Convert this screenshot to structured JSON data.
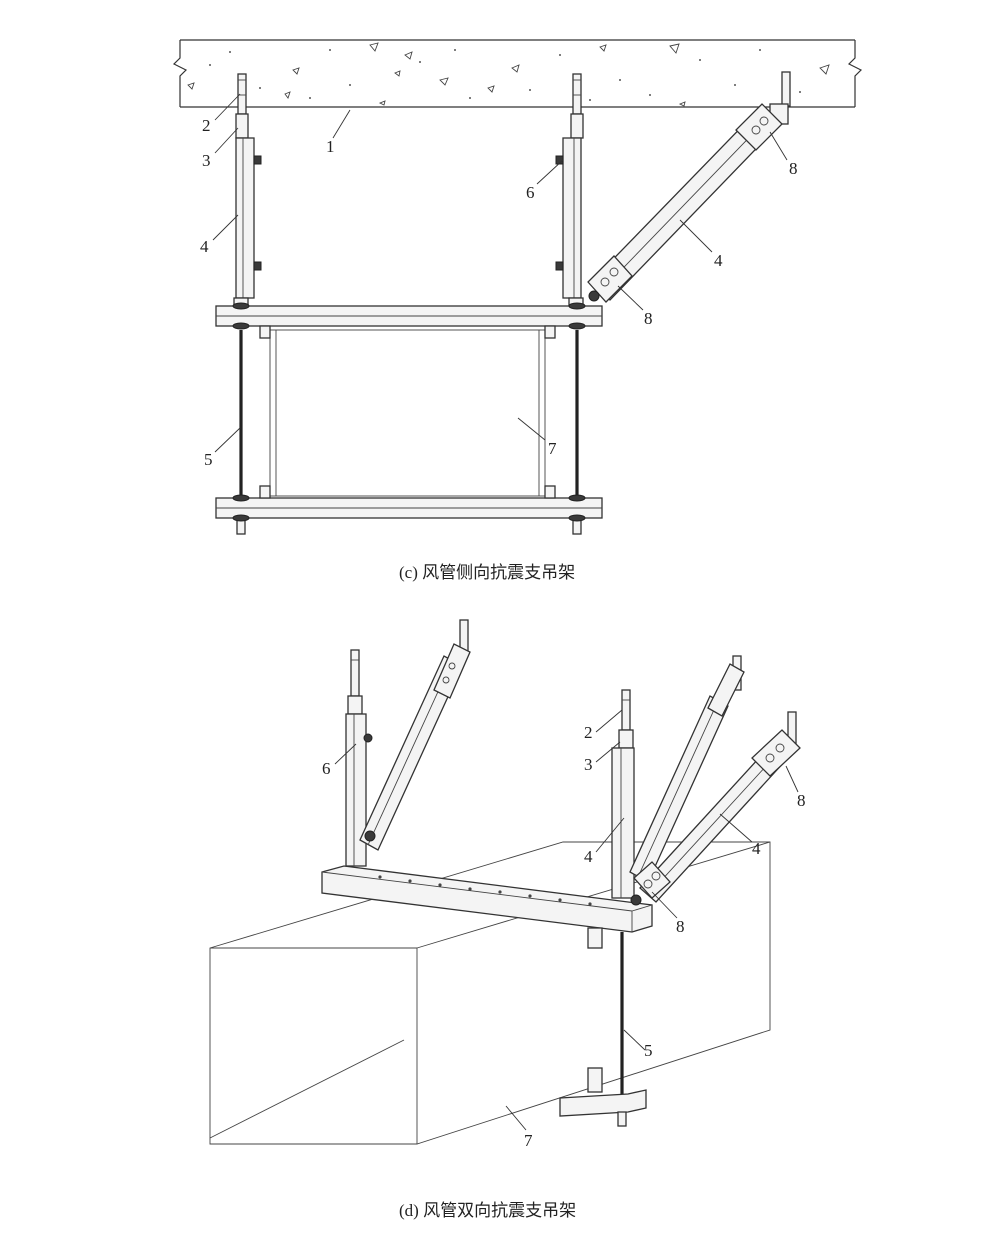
{
  "figure_c": {
    "caption": "(c)  风管侧向抗震支吊架",
    "labels": {
      "l1": "1",
      "l2": "2",
      "l3": "3",
      "l4a": "4",
      "l4b": "4",
      "l5": "5",
      "l6": "6",
      "l7": "7",
      "l8a": "8",
      "l8b": "8"
    }
  },
  "figure_d": {
    "caption": "(d)  风管双向抗震支吊架",
    "labels": {
      "l2": "2",
      "l3": "3",
      "l4a": "4",
      "l4b": "4",
      "l5": "5",
      "l6": "6",
      "l7": "7",
      "l8a": "8",
      "l8b": "8"
    }
  }
}
